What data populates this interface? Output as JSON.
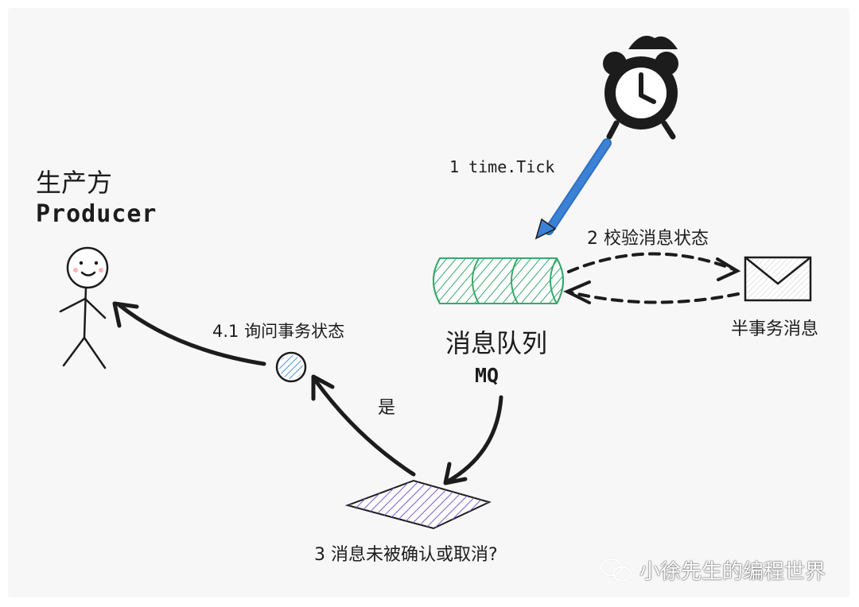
{
  "producer": {
    "title_cn": "生产方",
    "title_en": "Producer"
  },
  "steps": {
    "tick": "1 time.Tick",
    "check": "2  校验消息状态",
    "decision": "3  消息未被确认或取消?",
    "yes": "是",
    "query": "4.1  询问事务状态"
  },
  "mq": {
    "name_cn": "消息队列",
    "name_en": "MQ"
  },
  "half_message": "半事务消息",
  "watermark": "小徐先生的编程世界",
  "colors": {
    "ink": "#1c1c1c",
    "queue_stroke": "#3aa86b",
    "queue_fill": "#b9ebc6",
    "blue_arrow": "#3b82d6",
    "diamond_fill": "#8b6fd8",
    "circle_fill": "#5aa3e6"
  },
  "icons": [
    "alarm-clock-icon",
    "envelope-icon",
    "stick-figure-icon",
    "decision-diamond-icon",
    "check-circle-icon",
    "wechat-icon"
  ]
}
